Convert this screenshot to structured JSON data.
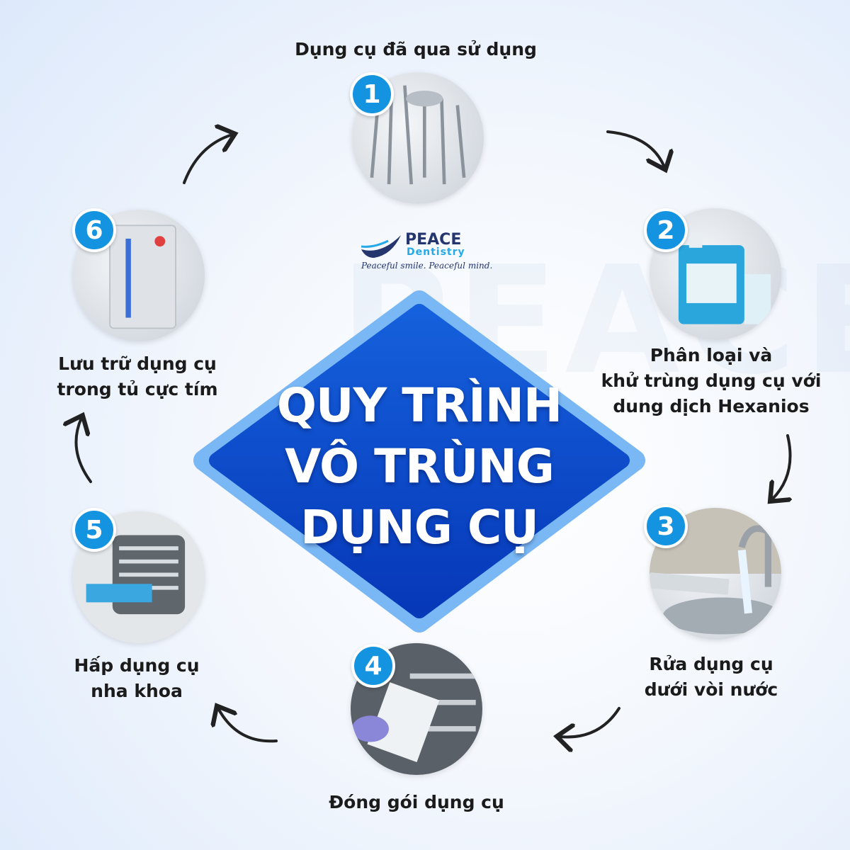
{
  "title": {
    "line1": "QUY TRÌNH",
    "line2": "VÔ TRÙNG",
    "line3": "DỤNG CỤ"
  },
  "logo": {
    "brand": "PEACE",
    "sub": "Dentistry",
    "tagline": "Peaceful smile. Peaceful mind."
  },
  "colors": {
    "diamond": "#0a4fcc",
    "diamond_border": "#7ab8f5",
    "badge": "#1493e0",
    "text": "#1b1b1b"
  },
  "steps": [
    {
      "number": "1",
      "label": [
        "Dụng cụ đã qua sử dụng"
      ],
      "icon": "dental-instruments-photo"
    },
    {
      "number": "2",
      "label": [
        "Phân loại và",
        "khử trùng dụng cụ với",
        "dung dịch Hexanios"
      ],
      "icon": "hexanios-bottle-photo"
    },
    {
      "number": "3",
      "label": [
        "Rửa dụng cụ",
        "dưới vòi nước"
      ],
      "icon": "faucet-washing-photo"
    },
    {
      "number": "4",
      "label": [
        "Đóng gói dụng cụ"
      ],
      "icon": "packaging-photo"
    },
    {
      "number": "5",
      "label": [
        "Hấp dụng cụ",
        "nha khoa"
      ],
      "icon": "autoclave-photo"
    },
    {
      "number": "6",
      "label": [
        "Lưu trữ dụng cụ",
        "trong tủ cực tím"
      ],
      "icon": "uv-cabinet-photo"
    }
  ]
}
